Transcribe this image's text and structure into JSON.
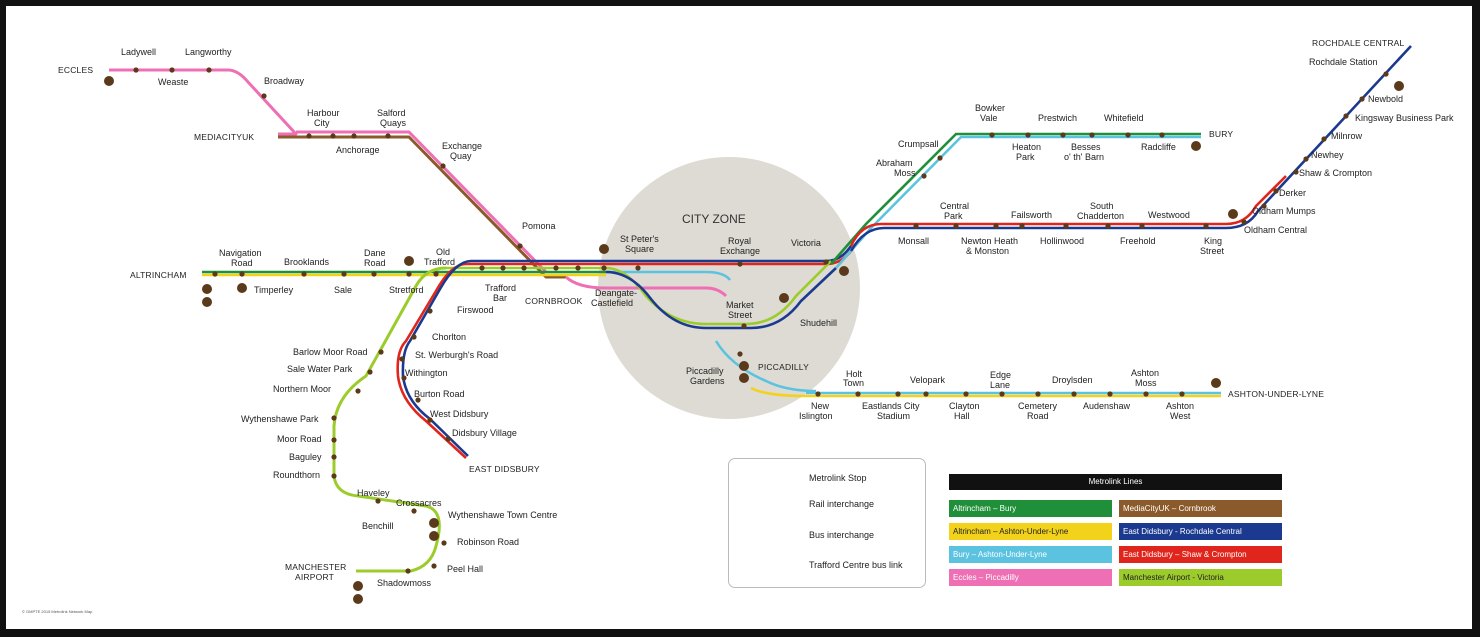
{
  "map": {
    "zone_label": "CITY ZONE",
    "termini": {
      "eccles": "ECCLES",
      "mediacityuk": "MEDIACITYUK",
      "altrincham": "ALTRINCHAM",
      "cornbrook": "CORNBROOK",
      "east_didsbury": "EAST DIDSBURY",
      "manchester_airport_1": "MANCHESTER",
      "manchester_airport_2": "AIRPORT",
      "rochdale_central": "ROCHDALE CENTRAL",
      "bury": "BURY",
      "piccadilly": "PICCADILLY",
      "ashton": "ASHTON-UNDER-LYNE"
    },
    "stations": {
      "ladywell": "Ladywell",
      "weaste": "Weaste",
      "langworthy": "Langworthy",
      "broadway": "Broadway",
      "harbour_city_1": "Harbour",
      "harbour_city_2": "City",
      "salford_quays_1": "Salford",
      "salford_quays_2": "Quays",
      "anchorage": "Anchorage",
      "exchange_quay_1": "Exchange",
      "exchange_quay_2": "Quay",
      "pomona": "Pomona",
      "navigation_road_1": "Navigation",
      "navigation_road_2": "Road",
      "timperley": "Timperley",
      "brooklands": "Brooklands",
      "sale": "Sale",
      "dane_road_1": "Dane",
      "dane_road_2": "Road",
      "stretford": "Stretford",
      "old_trafford_1": "Old",
      "old_trafford_2": "Trafford",
      "trafford_bar_1": "Trafford",
      "trafford_bar_2": "Bar",
      "firswood": "Firswood",
      "chorlton": "Chorlton",
      "barlow_moor_road": "Barlow Moor Road",
      "sale_water_park": "Sale Water Park",
      "st_werburghs_road": "St. Werburgh's Road",
      "withington": "Withington",
      "northern_moor": "Northern Moor",
      "burton_road": "Burton Road",
      "west_didsbury": "West Didsbury",
      "didsbury_village": "Didsbury Village",
      "wythenshawe_park": "Wythenshawe Park",
      "moor_road": "Moor Road",
      "baguley": "Baguley",
      "roundthorn": "Roundthorn",
      "haveley": "Haveley",
      "crossacres": "Crossacres",
      "benchill": "Benchill",
      "wythenshawe_town_centre": "Wythenshawe Town Centre",
      "robinson_road": "Robinson Road",
      "peel_hall": "Peel Hall",
      "shadowmoss": "Shadowmoss",
      "st_peters_square_1": "St Peter's",
      "st_peters_square_2": "Square",
      "deansgate_1": "Deangate-",
      "deansgate_2": "Castlefield",
      "royal_exchange_1": "Royal",
      "royal_exchange_2": "Exchange",
      "victoria": "Victoria",
      "market_street_1": "Market",
      "market_street_2": "Street",
      "shudehill": "Shudehill",
      "piccadilly_gardens_1": "Piccadilly",
      "piccadilly_gardens_2": "Gardens",
      "new_islington_1": "New",
      "new_islington_2": "Islington",
      "holt_town_1": "Holt",
      "holt_town_2": "Town",
      "eastlands_1": "Eastlands City",
      "eastlands_2": "Stadium",
      "velopark": "Velopark",
      "clayton_hall_1": "Clayton",
      "clayton_hall_2": "Hall",
      "edge_lane_1": "Edge",
      "edge_lane_2": "Lane",
      "cemetery_road_1": "Cemetery",
      "cemetery_road_2": "Road",
      "droylsden": "Droylsden",
      "audenshaw": "Audenshaw",
      "ashton_moss_1": "Ashton",
      "ashton_moss_2": "Moss",
      "ashton_west_1": "Ashton",
      "ashton_west_2": "West",
      "crumpsall": "Crumpsall",
      "abraham_moss_1": "Abraham",
      "abraham_moss_2": "Moss",
      "bowker_vale_1": "Bowker",
      "bowker_vale_2": "Vale",
      "heaton_park_1": "Heaton",
      "heaton_park_2": "Park",
      "prestwich": "Prestwich",
      "besses_1": "Besses",
      "besses_2": "o' th' Barn",
      "whitefield": "Whitefield",
      "radcliffe": "Radcliffe",
      "central_park_1": "Central",
      "central_park_2": "Park",
      "monsall": "Monsall",
      "failsworth": "Failsworth",
      "newton_heath_1": "Newton Heath",
      "newton_heath_2": "& Monston",
      "hollinwood": "Hollinwood",
      "south_chadderton_1": "South",
      "south_chadderton_2": "Chadderton",
      "freehold": "Freehold",
      "westwood": "Westwood",
      "king_street_1": "King",
      "king_street_2": "Street",
      "oldham_central": "Oldham Central",
      "oldham_mumps": "Oldham Mumps",
      "derker": "Derker",
      "shaw_crompton": "Shaw & Crompton",
      "newhey": "Newhey",
      "milnrow": "Milnrow",
      "kingsway": "Kingsway Business Park",
      "newbold": "Newbold",
      "rochdale_station": "Rochdale Station"
    }
  },
  "legend": {
    "stop": "Metrolink Stop",
    "rail": "Rail interchange",
    "bus": "Bus interchange",
    "trafford": "Trafford Centre bus link"
  },
  "lines_legend": {
    "title": "Metrolink Lines",
    "items": [
      {
        "label": "Altrincham – Bury",
        "color": "#1f8f3a"
      },
      {
        "label": "MediaCityUK – Cornbrook",
        "color": "#8a5a2b"
      },
      {
        "label": "Altrincham – Ashton-Under-Lyne",
        "color": "#f2d21b"
      },
      {
        "label": "East Didsbury - Rochdale Central",
        "color": "#1b3a8f"
      },
      {
        "label": "Bury – Ashton-Under-Lyne",
        "color": "#5bc3e0"
      },
      {
        "label": "East Didsbury – Shaw & Crompton",
        "color": "#e0261c"
      },
      {
        "label": "Eccles – Piccadilly",
        "color": "#ee6fb4"
      },
      {
        "label": "Manchester Airport - Victoria",
        "color": "#9ccc2b"
      }
    ]
  },
  "copyright": "© GMPTE 2015 Metrolink Network Map"
}
